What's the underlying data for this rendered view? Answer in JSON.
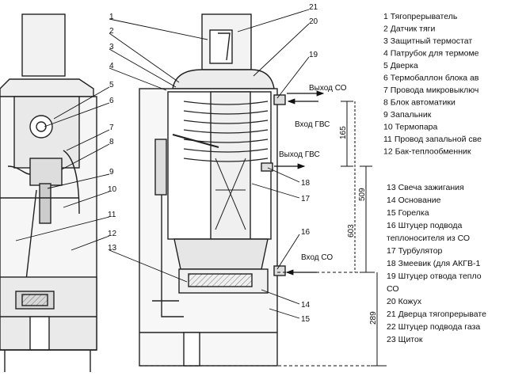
{
  "callout_numbers": [
    "1",
    "2",
    "3",
    "4",
    "5",
    "6",
    "7",
    "8",
    "9",
    "10",
    "11",
    "12",
    "13",
    "14",
    "15",
    "16",
    "17",
    "18",
    "19",
    "20",
    "21"
  ],
  "flow_labels": {
    "co_out_top": "Выход СО",
    "dhw_in": "Вход ГВС",
    "dhw_out": "Выход ГВС",
    "co_in": "Вход СО"
  },
  "dimensions": {
    "d165": "165",
    "d509": "509",
    "d603": "603",
    "d289": "289"
  },
  "legend_a": [
    "1 Тягопрерыватель",
    "2 Датчик тяги",
    "3 Защитный термостат",
    "4 Патрубок для термоме",
    "5 Дверка",
    "6 Термобаллон блока ав",
    "7 Провода микровыключ",
    "8 Блок автоматики",
    "9 Запальник",
    "10 Термопара",
    "11 Провод запальной све",
    "12 Бак-теплообменник"
  ],
  "legend_b": [
    "13 Свеча зажигания",
    "14 Основание",
    "15 Горелка",
    "16 Штуцер подвода",
    "теплоносителя из СО",
    "17 Турбулятор",
    "18 Змеевик (для АКГВ-1",
    "19 Штуцер отвода тепло",
    "СО",
    "20 Кожух",
    "21 Дверца тягопрерывате",
    "22 Штуцер подвода газа",
    "23 Щиток"
  ]
}
